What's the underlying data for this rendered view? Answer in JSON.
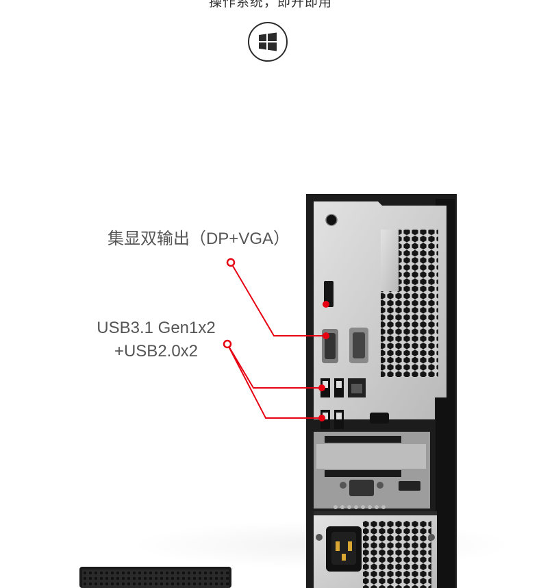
{
  "header": {
    "caption": "操作系统，即开即用",
    "os_icon": "windows-logo-icon"
  },
  "callouts": {
    "display_output": "集显双输出（DP+VGA）",
    "usb_line1": "USB3.1 Gen1x2",
    "usb_line2": "+USB2.0x2"
  },
  "colors": {
    "accent_red": "#e60012",
    "chassis_black": "#1c1c1c",
    "panel_silver": "#c9c9c9",
    "label_gray": "#555555"
  }
}
